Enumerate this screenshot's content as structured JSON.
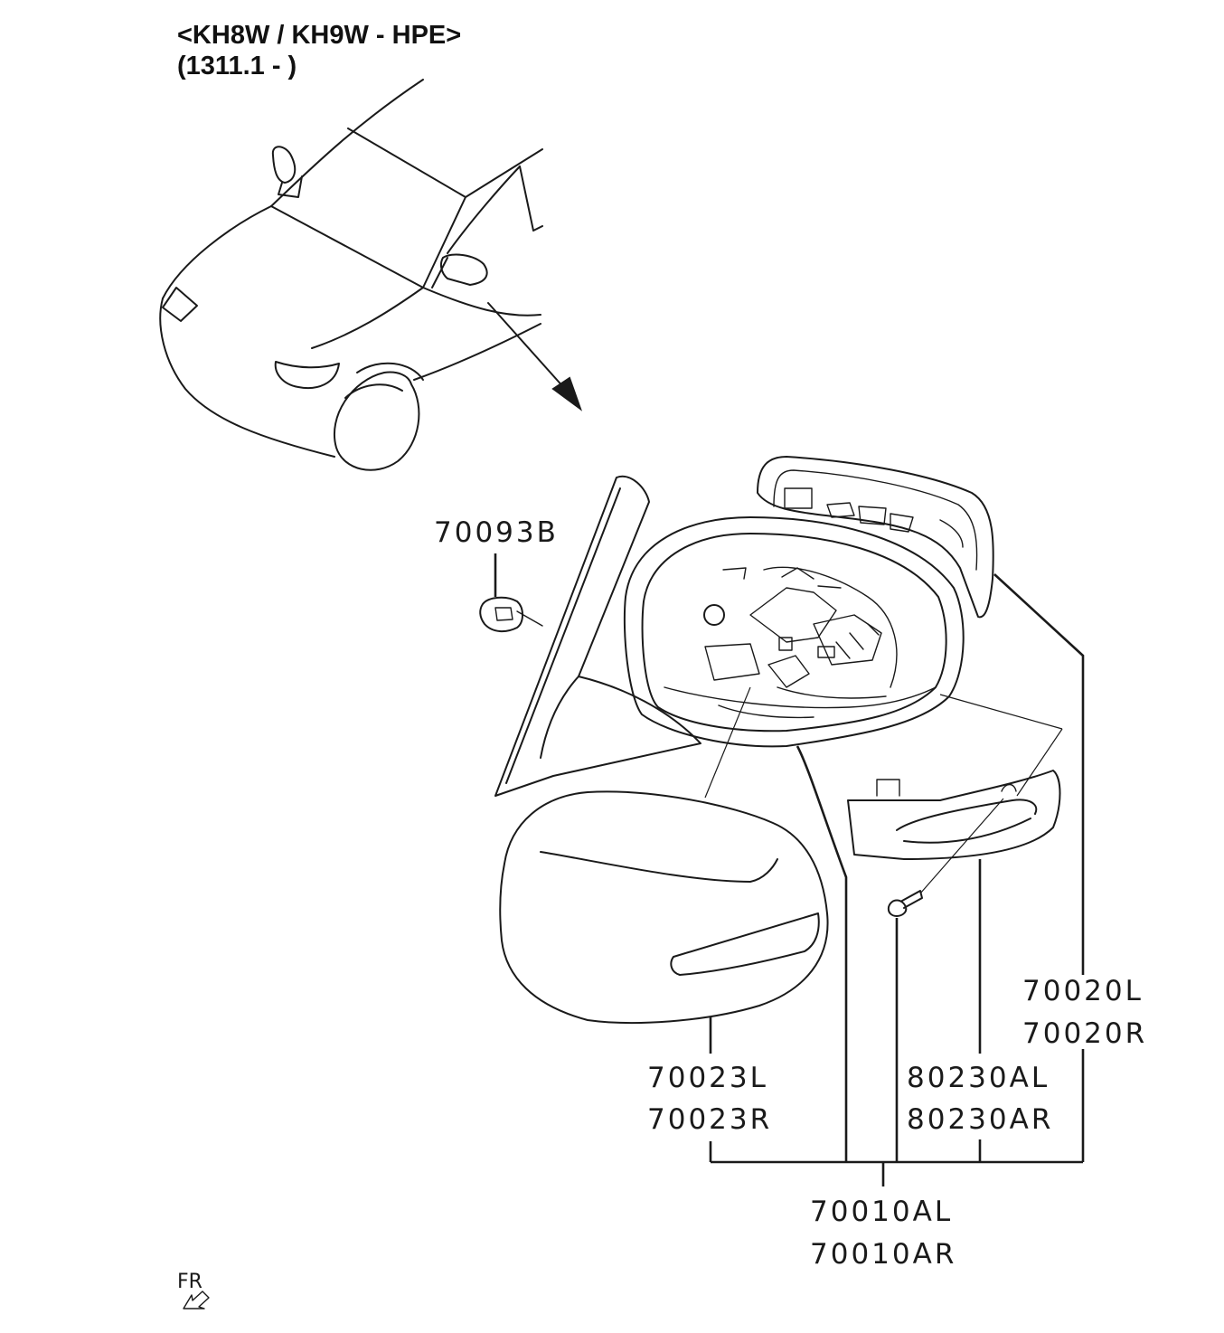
{
  "header": {
    "model_line": "<KH8W / KH9W - HPE>",
    "date_line": "(1311.1 - )"
  },
  "parts": {
    "clip": "70093B",
    "cover_l": "70023L",
    "cover_r": "70023R",
    "lamp_l": "80230AL",
    "lamp_r": "80230AR",
    "mirror_l": "70020L",
    "mirror_r": "70020R",
    "assy_l": "70010AL",
    "assy_r": "70010AR"
  },
  "direction": {
    "label": "FR",
    "icon": "front-direction-arrow-icon"
  },
  "colors": {
    "line": "#1a1a1a",
    "background": "#ffffff"
  }
}
